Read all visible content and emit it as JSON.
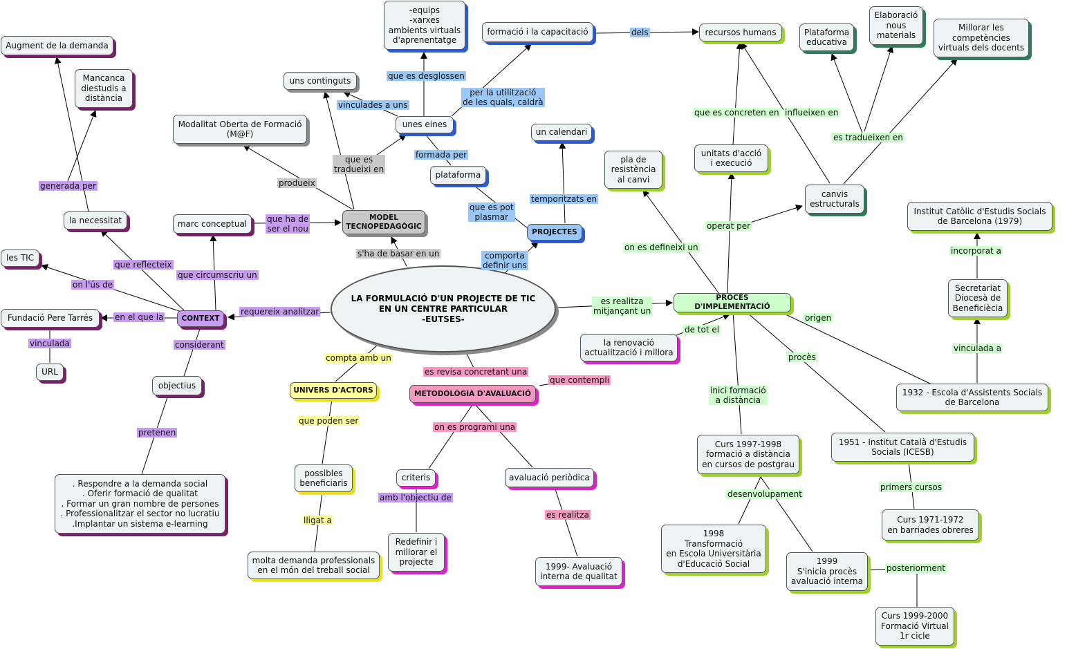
{
  "center": {
    "text": "LA FORMULACIÓ D'UN PROJECTE DE TIC\nEN UN CENTRE PARTICULAR\n-EUTSES-"
  },
  "nodes": {
    "augment": "Augment de la demanda",
    "mancanca": "Mancanca\ndiestudis a\ndistància",
    "necessitat": "la necessitat",
    "tic": "les TIC",
    "fundacio": "Fundació Pere Tarrés",
    "url": "URL",
    "context": "CONTEXT",
    "marc": "marc conceptual",
    "objectius": "objectius",
    "objectius_list": ". Respondre a la demanda social\n. Oferir formació de qualitat\n. Formar un gran nombre de persones\n. Professionalitzar el sector no lucratiu\n.Implantar un sistema e-learning",
    "modalitat": "Modalitat Oberta de Formació\n(M@F)",
    "continguts": "uns continguts",
    "model": "MODEL\nTECNOPEDAGÒGIC",
    "equips": "-equips\n-xarxes\nambients virtuals\nd'aprenentatge",
    "eines": "unes eines",
    "formacio": "formació i la capacitació",
    "plataforma": "plataforma",
    "calendari": "un calendari",
    "projectes": "PROJECTES",
    "univers": "UNIVERS D'ACTORS",
    "beneficiaris": "possibles\nbeneficiaris",
    "demanda_prof": "molta demanda professionals\nen el món del treball social",
    "metodologia": "METODOLOGIA D'AVALUACIÓ",
    "criteris": "criteris",
    "redefinir": "Redefinir i\nmillorar el\nprojecte",
    "aval_periodica": "avaluació periòdica",
    "aval_1999": "1999- Avaluació\ninterna de qualitat",
    "renovacio": "la renovació\nactualització i millora",
    "proces": "PROCÉS D'IMPLEMENTACIÓ",
    "pla": "pla de\nresistència\nal canvi",
    "unitats": "unitats d'acció\ni execució",
    "canvis": "canvis\nestructurals",
    "recursos": "recursos humans",
    "plataforma_edu": "Plataforma\neducativa",
    "elaboracio": "Elaboració\nnous\nmaterials",
    "millorar": "Millorar les\ncompetències\nvirtuals dels docents",
    "institut_1979": "Institut Catòlic d'Estudis Socials\nde Barcelona (1979)",
    "secretariat": "Secretariat\nDiocesà de\nBeneficiècia",
    "escola_1932": "1932 - Escola d'Assistents Socials\nde Barcelona",
    "icesb_1951": "1951 - Institut Català d'Estudis\nSocials (ICESB)",
    "curs_1971": "Curs 1971-1972\nen barriades obreres",
    "curs_1997": "Curs 1997-1998\nformació a distància\nen cursos de postgrau",
    "t_1998": "1998\nTransformació\nen Escola Universitària\nd'Educació Social",
    "t_1999": "1999\nS'inicia procès\navaluació interna",
    "curs_1999": "Curs 1999-2000\nFormació Virtual\n1r cicle"
  },
  "labels": {
    "generada_per": "generada per",
    "que_reflecteix": "que reflecteix",
    "on_us": "on l'ús de",
    "en_el_que": "en el que la",
    "vinculada": "vinculada",
    "considerant": "considerant",
    "pretenen": "pretenen",
    "que_circumscriu": "que circumscriu un",
    "que_ha_de": "que ha de\nser el nou",
    "requereix": "requereix analitzar",
    "produeix": "produeix",
    "que_es_tradueixi": "que es\ntradueixi en",
    "shade": "s'ha de basar en un",
    "vinculades": "vinculades a uns",
    "desglossen": "que es desglossen",
    "formada_per": "formada per",
    "utilitzacio": "per la utilització\nde les quals, caldrà",
    "dels": "dels",
    "pot_plasmar": "que es pot\nplasmar",
    "temporitzats": "temporitzats en",
    "comporta": "comporta\ndefinir uns",
    "compta": "compta amb un",
    "poden_ser": "que poden ser",
    "lligat": "lligat a",
    "es_revisa": "es revisa concretant una",
    "contempli": "que contempli",
    "programi": "on es programi una",
    "objectiu_de": "amb l'objectiu de",
    "es_realitza": "es realitza",
    "mitjancant": "es realitza\nmitjançant un",
    "de_tot": "de tot el",
    "defineixi": "on es defineixi un",
    "operat": "operat per",
    "concreten": "que es concreten en",
    "influeixen": "influeixen en",
    "tradueixen": "es tradueixen en",
    "origen": "origen",
    "proces_lbl": "procès",
    "inici": "inici formació\na distància",
    "desenvolupament": "desenvolupament",
    "primers": "primers cursos",
    "posteriorment": "posteriorment",
    "incorporat": "incorporat a",
    "vinculada_a": "vinculada a"
  },
  "colors": {
    "purple_shadow": "#7b1f6b",
    "purple_label": "#c79cf0",
    "blue_shadow": "#2a5bd7",
    "blue_label": "#9ac7f5",
    "yellow_shadow": "#e8e020",
    "yellow_label": "#ffff99",
    "pink_shadow": "#e020c8",
    "pink_label": "#f598c0",
    "green_shadow": "#9cd22a",
    "green_label": "#ccffcc",
    "teal_shadow": "#2e7d5a",
    "gray_shadow": "#8a8a8a",
    "gray_label": "#c8c8c8"
  }
}
